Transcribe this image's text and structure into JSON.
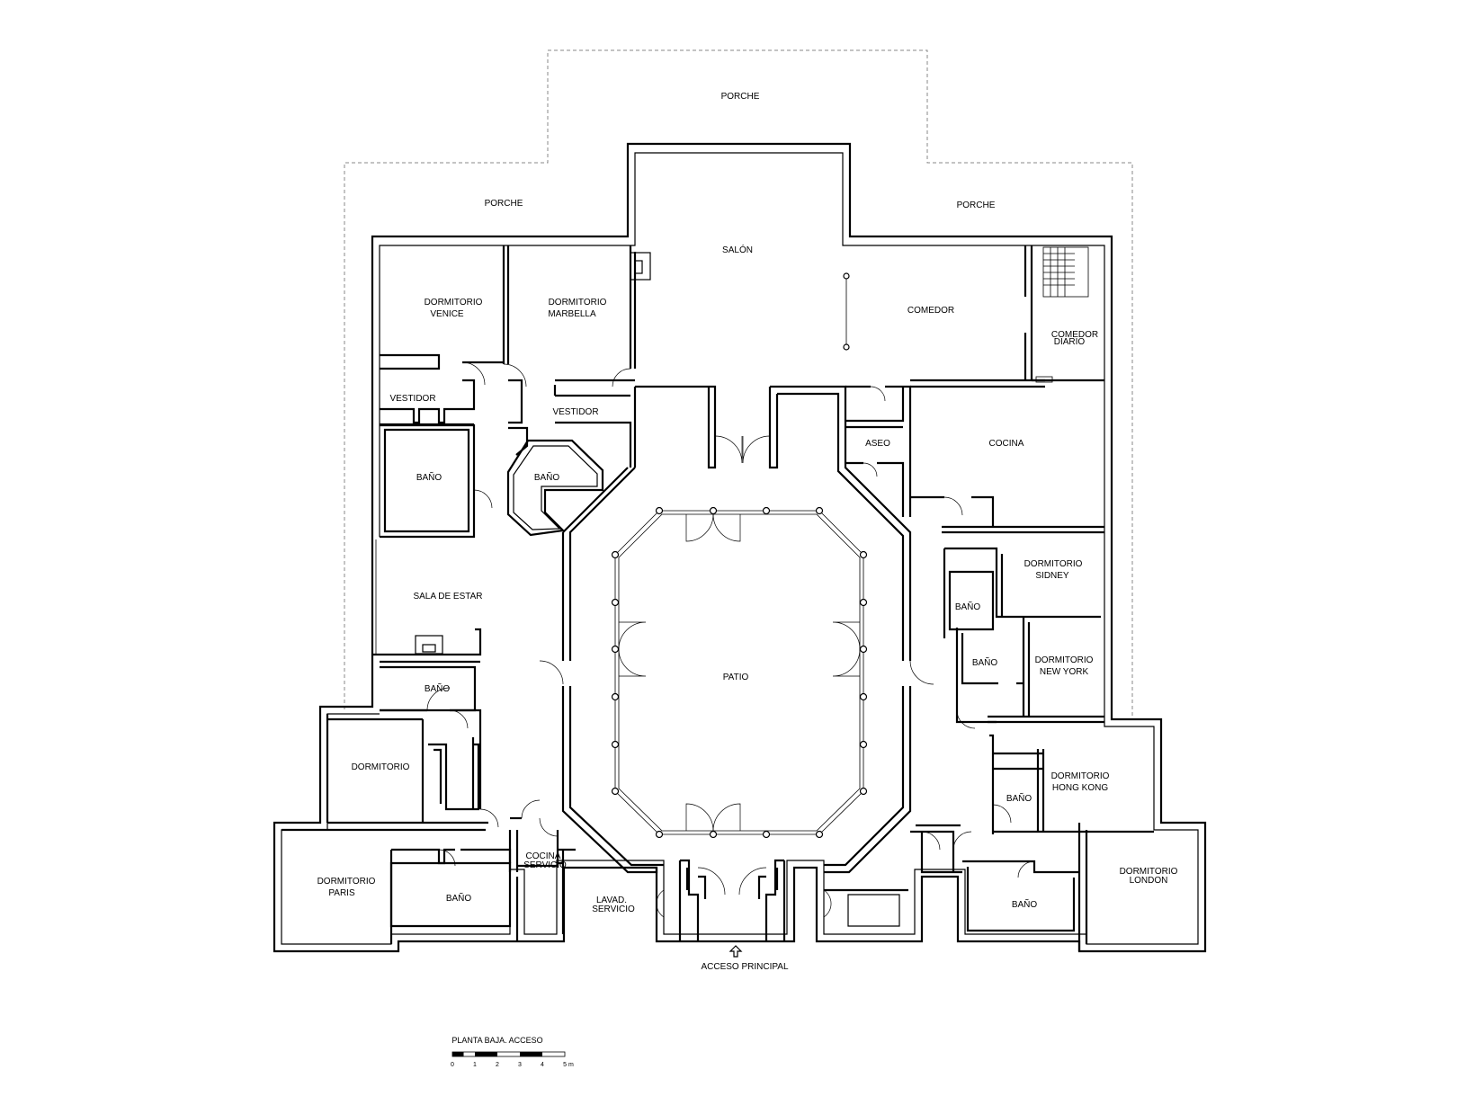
{
  "rooms": {
    "porche_top": "PORCHE",
    "porche_left": "PORCHE",
    "porche_right": "PORCHE",
    "salon": "SALÓN",
    "comedor": "COMEDOR",
    "comedor_diario_1": "COMEDOR",
    "comedor_diario_2": "DIARIO",
    "venice_1": "DORMITORIO",
    "venice_2": "VENICE",
    "marbella_1": "DORMITORIO",
    "marbella_2": "MARBELLA",
    "vestidor_left": "VESTIDOR",
    "vestidor_mid": "VESTIDOR",
    "bano_venice": "BAÑO",
    "bano_marbella": "BAÑO",
    "aseo": "ASEO",
    "cocina": "COCINA",
    "sala_estar": "SALA DE ESTAR",
    "sidney_1": "DORMITORIO",
    "sidney_2": "SIDNEY",
    "bano_sidney": "BAÑO",
    "bano_newyork": "BAÑO",
    "newyork_1": "DORMITORIO",
    "newyork_2": "NEW YORK",
    "patio": "PATIO",
    "bano_left": "BAÑO",
    "dormitorio": "DORMITORIO",
    "hongkong_1": "DORMITORIO",
    "hongkong_2": "HONG KONG",
    "bano_hongkong": "BAÑO",
    "cocina_serv_1": "COCINA",
    "cocina_serv_2": "SERVICIO",
    "paris_1": "DORMITORIO",
    "paris_2": "PARIS",
    "bano_paris": "BAÑO",
    "lavad_1": "LAVAD.",
    "lavad_2": "SERVICIO",
    "bano_london": "BAÑO",
    "london_1": "DORMITORIO",
    "london_2": "LONDON"
  },
  "entrance_label": "ACCESO PRINCIPAL",
  "scale": {
    "title": "PLANTA BAJA. ACCESO",
    "ticks": [
      "0",
      "1",
      "2",
      "3",
      "4",
      "5 m"
    ]
  }
}
